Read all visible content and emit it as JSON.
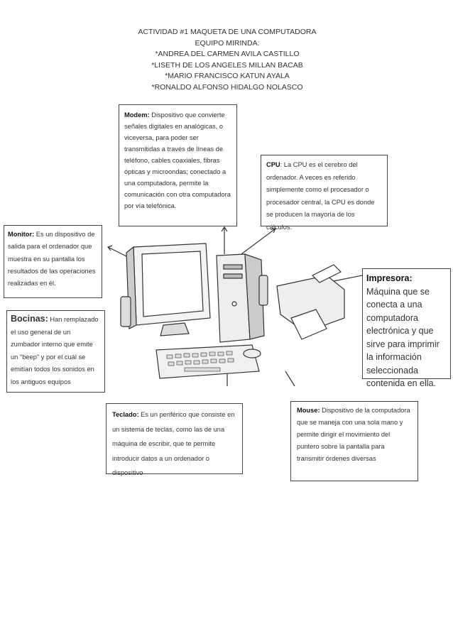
{
  "header": {
    "lines": [
      "ACTIVIDAD #1 MAQUETA DE UNA COMPUTADORA",
      "EQUIPO MIRINDA:",
      "*ANDREA DEL CARMEN AVILA CASTILLO",
      "*LISETH DE LOS ANGELES MILLAN BACAB",
      "*MARIO FRANCISCO KATUN AYALA",
      "*RONALDO ALFONSO HIDALGO NOLASCO"
    ]
  },
  "boxes": {
    "modem": {
      "title": "Modem:",
      "text": " Dispositivo que convierte señales digitales en analógicas, o viceversa, para poder ser transmitidas a través de líneas de teléfono, cables coaxiales, fibras ópticas y microondas; conectado a una computadora, permite la comunicación con otra computadora por vía telefónica."
    },
    "cpu": {
      "title": "CPU",
      "text": ": La CPU es el cerebro del ordenador. A veces es referido simplemente como el procesador o procesador central, la CPU es donde se producen la mayoría de los cálculos."
    },
    "monitor": {
      "title": "Monitor:",
      "text": " Es un dispositivo de salida para el ordenador que muestra en su pantalla los resultados de las operaciones realizadas en él."
    },
    "bocinas": {
      "title": "Bocinas:",
      "text": " Han remplazado el uso general de un zumbador interno que emite un \"beep\" y por el cuál se emitían todos los sonidos en los antiguos equipos"
    },
    "impresora": {
      "title": "Impresora:",
      "text": "Máquina que se conecta a una computadora electrónica y que sirve para imprimir la información seleccionada contenida en ella."
    },
    "teclado": {
      "title": "Teclado:",
      "text": " Es un periférico que consiste en un sistema de teclas, como las de una máquina de escribir, que te permite introducir datos a un ordenador o dispositivo"
    },
    "mouse": {
      "title": "Mouse:",
      "text": " Dispositivo de la computadora que se maneja con una sola mano y permite dirigir el movimiento del puntero sobre la pantalla para transmitir órdenes diversas"
    }
  },
  "illustration": {
    "icon": "computer-set-illustration"
  }
}
